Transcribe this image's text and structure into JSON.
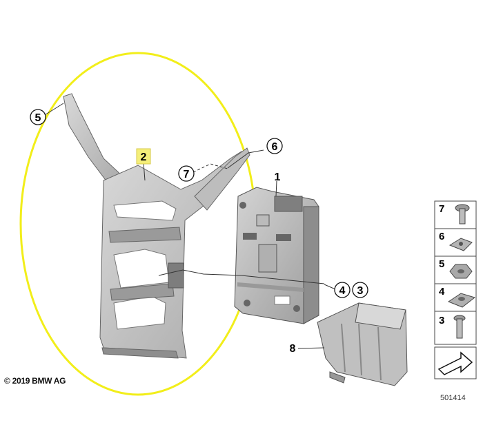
{
  "callouts": {
    "c1": "1",
    "c2": "2",
    "c3": "3",
    "c4": "4",
    "c5": "5",
    "c6": "6",
    "c7": "7",
    "c8": "8"
  },
  "legend": {
    "items": [
      {
        "label": "7",
        "icon": "bolt-icon"
      },
      {
        "label": "6",
        "icon": "spring-nut-icon"
      },
      {
        "label": "5",
        "icon": "hex-nut-icon"
      },
      {
        "label": "4",
        "icon": "clip-nut-icon"
      },
      {
        "label": "3",
        "icon": "screw-icon"
      }
    ],
    "arrow_icon": "direction-arrow-icon"
  },
  "footer": {
    "copyright": "© 2019 BMW AG",
    "diagram_number": "501414"
  },
  "colors": {
    "highlight_ellipse": "#f2ee1a",
    "part_gray": "#c8c8c8",
    "part_dark": "#8f8f8f",
    "outline": "#555555",
    "callout_highlight": "#f5ef7a"
  }
}
